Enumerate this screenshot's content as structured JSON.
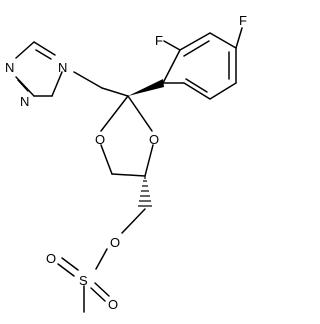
{
  "molecule": {
    "atoms": {
      "f_ortho": "F",
      "f_para": "F",
      "triazole_n1": "N",
      "triazole_n2": "N",
      "triazole_n4": "N",
      "dioxolane_o_left": "O",
      "dioxolane_o_right": "O",
      "ester_o": "O",
      "sulfonyl_o_left": "O",
      "sulfonyl_o_right": "O",
      "sulfur": "S"
    }
  }
}
